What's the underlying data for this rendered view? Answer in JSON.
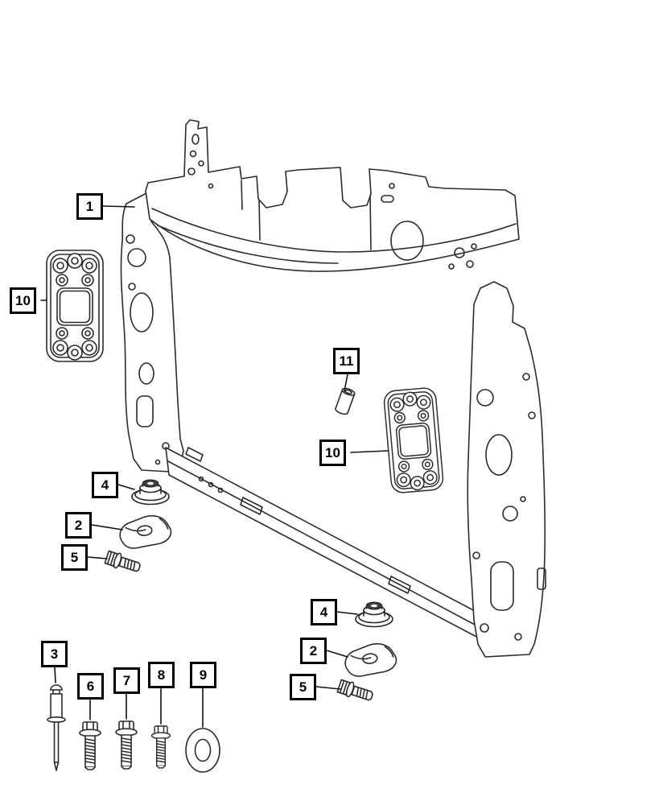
{
  "diagram": {
    "background": "#ffffff",
    "line_color": "#2b2b2b",
    "callout_border_color": "#000000"
  },
  "callouts": [
    {
      "label": "1",
      "part": "radiator-support-panel"
    },
    {
      "label": "10",
      "part": "mounting-bracket-left"
    },
    {
      "label": "11",
      "part": "spacer-sleeve"
    },
    {
      "label": "10",
      "part": "mounting-bracket-right"
    },
    {
      "label": "4",
      "part": "grommet-upper"
    },
    {
      "label": "2",
      "part": "support-bracket-upper"
    },
    {
      "label": "5",
      "part": "hex-bolt-upper"
    },
    {
      "label": "4",
      "part": "grommet-lower"
    },
    {
      "label": "2",
      "part": "support-bracket-lower"
    },
    {
      "label": "5",
      "part": "hex-bolt-lower"
    },
    {
      "label": "3",
      "part": "rivet"
    },
    {
      "label": "6",
      "part": "flange-bolt-a"
    },
    {
      "label": "7",
      "part": "flange-bolt-b"
    },
    {
      "label": "8",
      "part": "flange-bolt-c"
    },
    {
      "label": "9",
      "part": "washer"
    }
  ]
}
